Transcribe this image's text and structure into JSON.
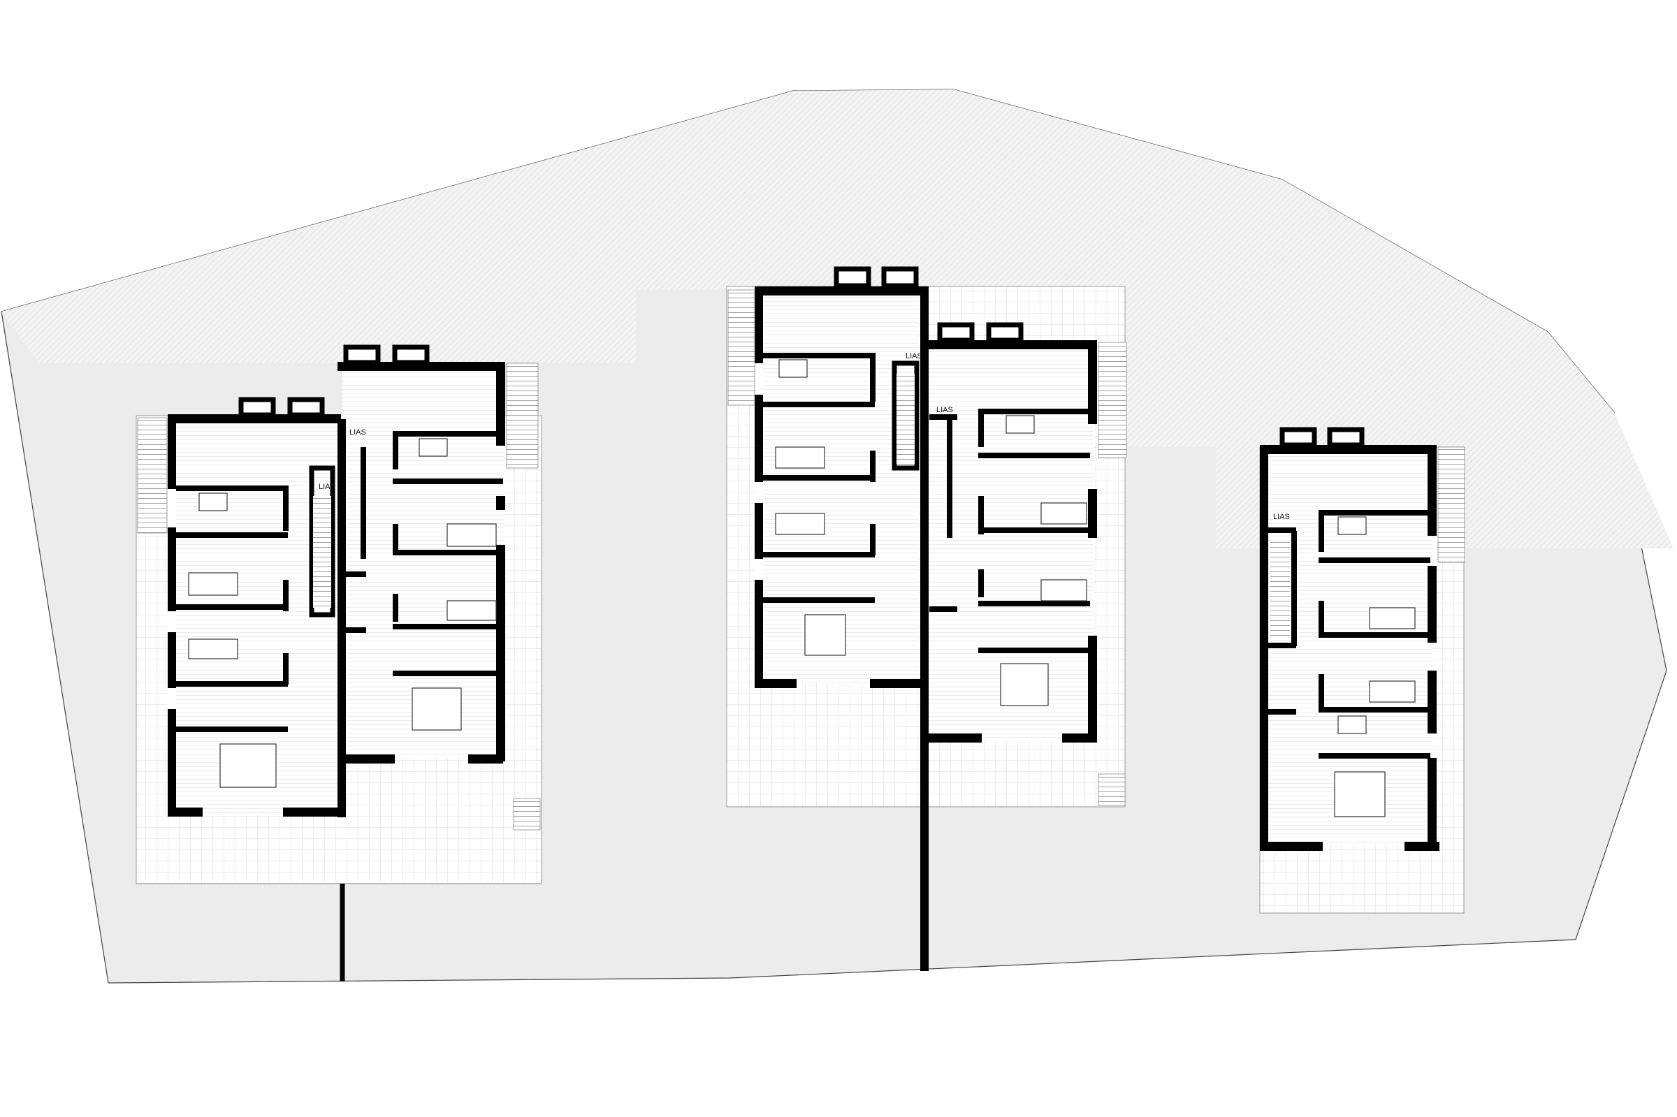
{
  "plan": {
    "units": [
      {
        "id": "unit-1",
        "lift_label": "LIAS"
      },
      {
        "id": "unit-2",
        "lift_label": "LIAS"
      },
      {
        "id": "unit-3",
        "lift_label": "LIAS"
      },
      {
        "id": "unit-4",
        "lift_label": "LIAS"
      },
      {
        "id": "unit-5",
        "lift_label": "LIAS"
      }
    ]
  },
  "colors": {
    "background": "#ffffff",
    "site_fill": "#ececec",
    "hatch_area": "#f3f3f3",
    "hatch_line": "#d2d2d2",
    "wall": "#000000",
    "tile_line": "#c8c8c8",
    "thin_line": "#555555"
  }
}
